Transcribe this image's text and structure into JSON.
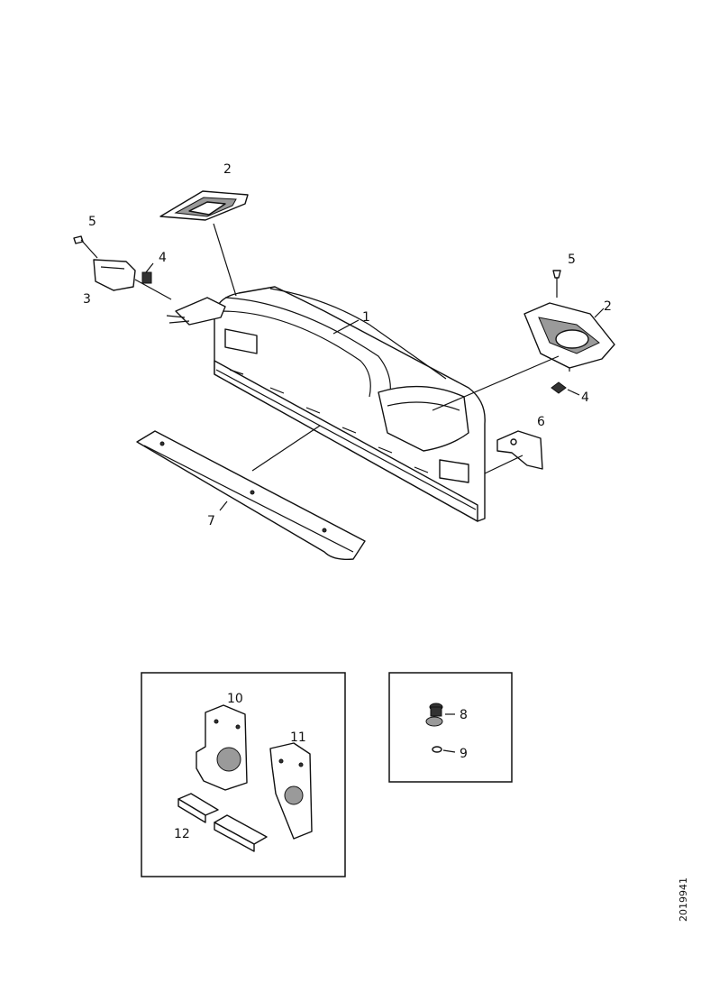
{
  "callouts": {
    "c1": "1",
    "c2_top": "2",
    "c2_right": "2",
    "c3": "3",
    "c4_left": "4",
    "c4_right": "4",
    "c5_left": "5",
    "c5_right": "5",
    "c6": "6",
    "c7": "7",
    "c8": "8",
    "c9": "9",
    "c10": "10",
    "c11": "11",
    "c12": "12"
  },
  "drawing_number": "2019941"
}
